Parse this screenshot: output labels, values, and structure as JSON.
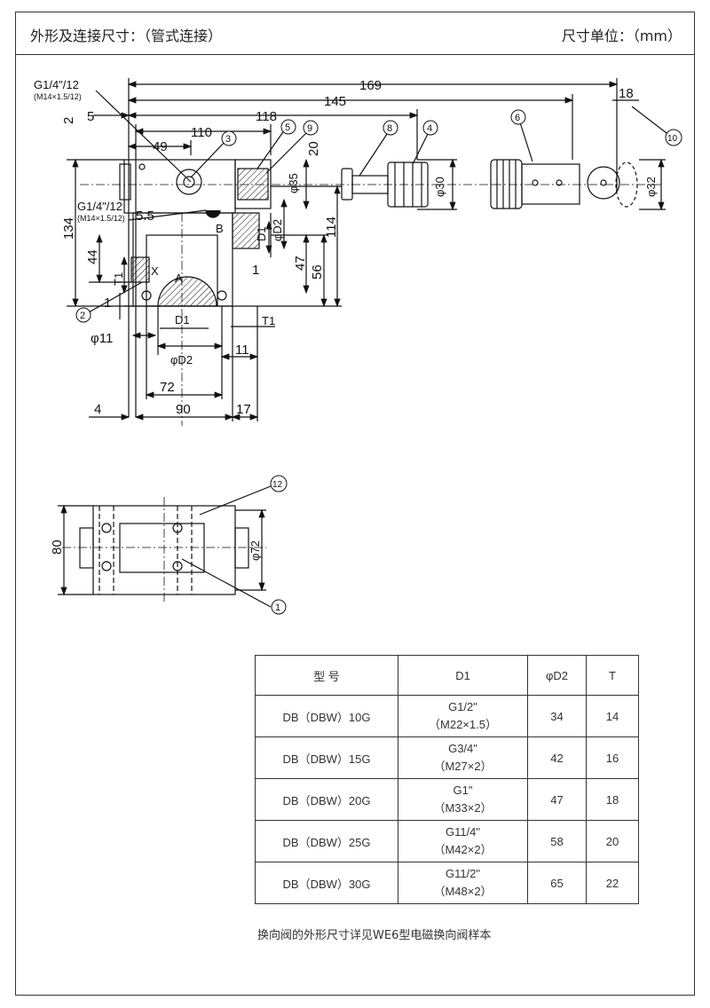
{
  "header": {
    "title": "外形及连接尺寸：（管式连接）",
    "unit": "尺寸单位：（mm）"
  },
  "drawing": {
    "dims": {
      "d169": "169",
      "d145": "145",
      "d118": "118",
      "d110": "110",
      "d49": "49",
      "d18": "18",
      "d5": "5",
      "d2": "2",
      "d134": "134",
      "d20": "20",
      "d114": "114",
      "d47": "47",
      "d56": "56",
      "d44": "44",
      "d5_5": "5.5",
      "d1a": "1",
      "d1b": "1",
      "d11": "11",
      "d72": "72",
      "d90": "90",
      "d17": "17",
      "d4": "4",
      "phi11": "φ11",
      "d80": "80"
    },
    "labels": {
      "thread_top": "G1/4\"/12",
      "thread_top_sub": "(M14×1.5/12)",
      "thread_mid": "G1/4\"/12",
      "thread_mid_sub": "(M14×1.5/12)",
      "port_a": "A",
      "port_b": "B",
      "port_x": "X",
      "t1_left": "T1",
      "t1_right": "T1",
      "d1": "D1",
      "phi_d2": "φD2",
      "d1_vert": "D1",
      "phi_d2_vert": "φD2",
      "phi35": "φ35",
      "phi30": "φ30",
      "phi32": "φ32",
      "phi72": "φ72"
    },
    "callouts": [
      "1",
      "2",
      "3",
      "4",
      "5",
      "6",
      "8",
      "9",
      "10",
      "12"
    ]
  },
  "table": {
    "headers": [
      "型 号",
      "D1",
      "φD2",
      "T"
    ],
    "rows": [
      {
        "model": "DB（DBW）10G",
        "d1_a": "G1/2\"",
        "d1_b": "（M22×1.5）",
        "d2": "34",
        "t": "14"
      },
      {
        "model": "DB（DBW）15G",
        "d1_a": "G3/4\"",
        "d1_b": "（M27×2）",
        "d2": "42",
        "t": "16"
      },
      {
        "model": "DB（DBW）20G",
        "d1_a": "G1\"",
        "d1_b": "（M33×2）",
        "d2": "47",
        "t": "18"
      },
      {
        "model": "DB（DBW）25G",
        "d1_a": "G11/4\"",
        "d1_b": "（M42×2）",
        "d2": "58",
        "t": "20"
      },
      {
        "model": "DB（DBW）30G",
        "d1_a": "G11/2\"",
        "d1_b": "（M48×2）",
        "d2": "65",
        "t": "22"
      }
    ]
  },
  "footnote": "换向阀的外形尺寸详见WE6型电磁换向阀样本"
}
